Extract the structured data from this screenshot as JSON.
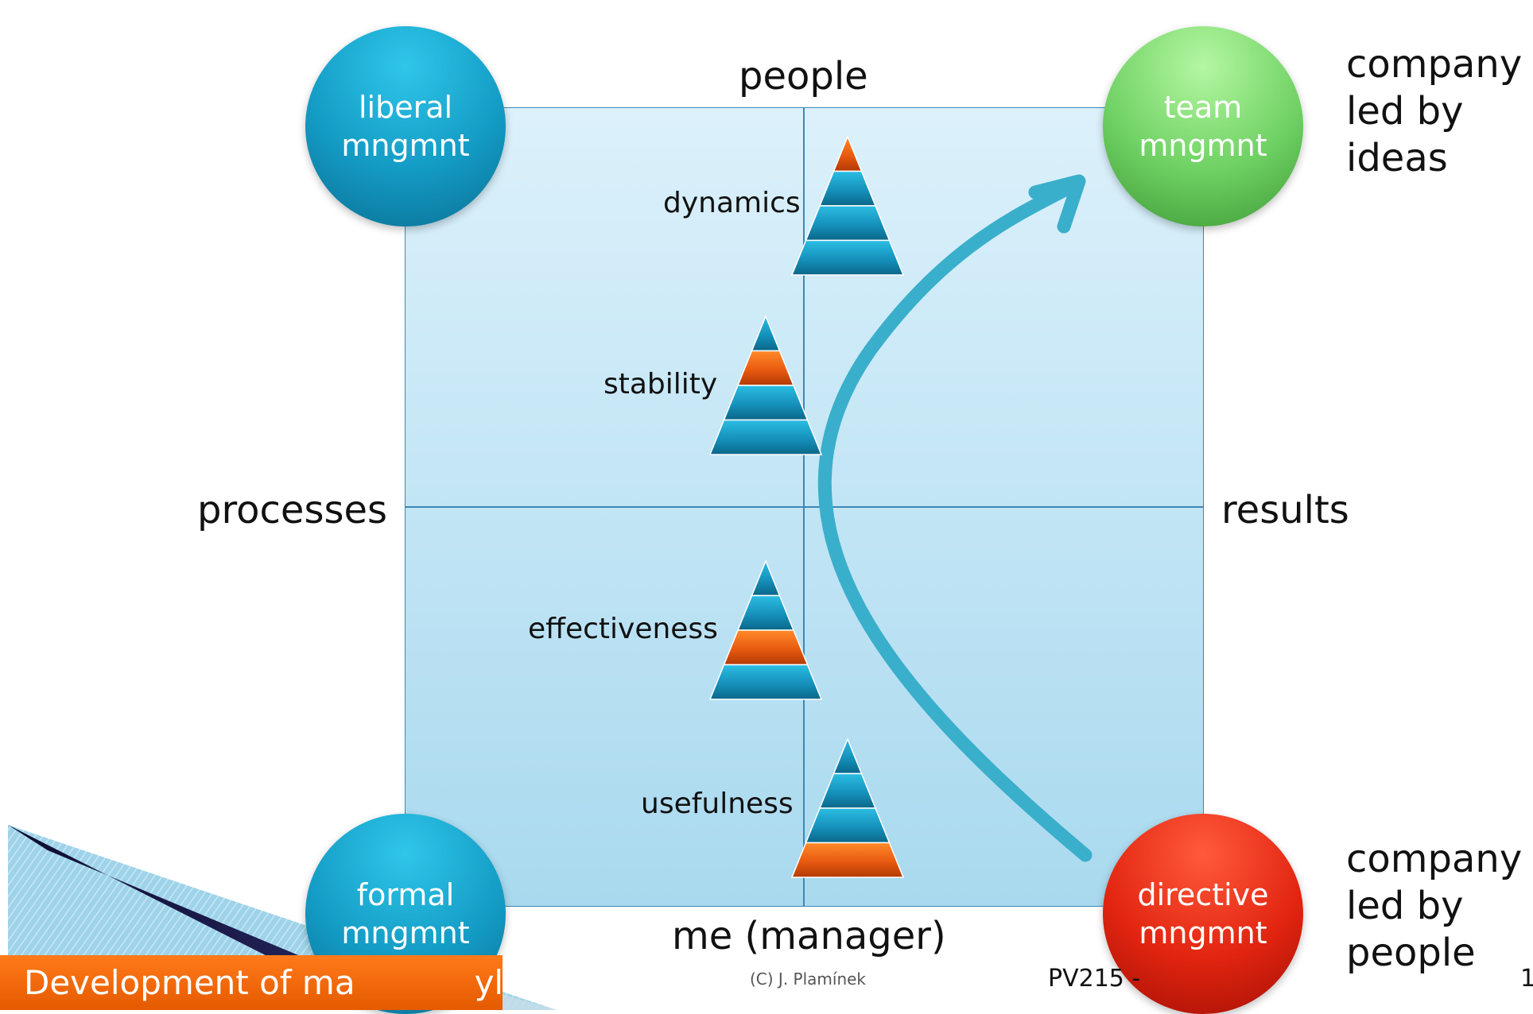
{
  "axes": {
    "top": "people",
    "left": "processes",
    "right": "results",
    "bottom": "me (manager)"
  },
  "circles": {
    "top_left": {
      "line1": "liberal",
      "line2": "mngmnt",
      "color": "#139bc4"
    },
    "top_right": {
      "line1": "team",
      "line2": "mngmnt",
      "color": "#6fd163"
    },
    "bottom_left": {
      "line1": "formal",
      "line2": "mngmnt",
      "color": "#139bc4"
    },
    "bottom_right": {
      "line1": "directive",
      "line2": "mngmnt",
      "color": "#e22510"
    }
  },
  "side_notes": {
    "top": {
      "line1": "company",
      "line2": "led by",
      "line3": "ideas"
    },
    "bottom": {
      "line1": "company",
      "line2": "led by",
      "line3": "people"
    }
  },
  "pyramids": [
    {
      "label": "dynamics",
      "highlighted_level": 1
    },
    {
      "label": "stability",
      "highlighted_level": 2
    },
    {
      "label": "effectiveness",
      "highlighted_level": 3
    },
    {
      "label": "usefulness",
      "highlighted_level": 4
    }
  ],
  "colors": {
    "pyramid_blue": "#1b8fb8",
    "pyramid_orange": "#e65a12",
    "arrow": "#3aafcb",
    "grid_line": "#3f87b3",
    "footer_bar": "#f06a0a"
  },
  "footer": {
    "title": "Development of ma",
    "title_tail": "yle",
    "author": "(C) J. Plamínek",
    "course": "PV215 -",
    "page": "1"
  }
}
